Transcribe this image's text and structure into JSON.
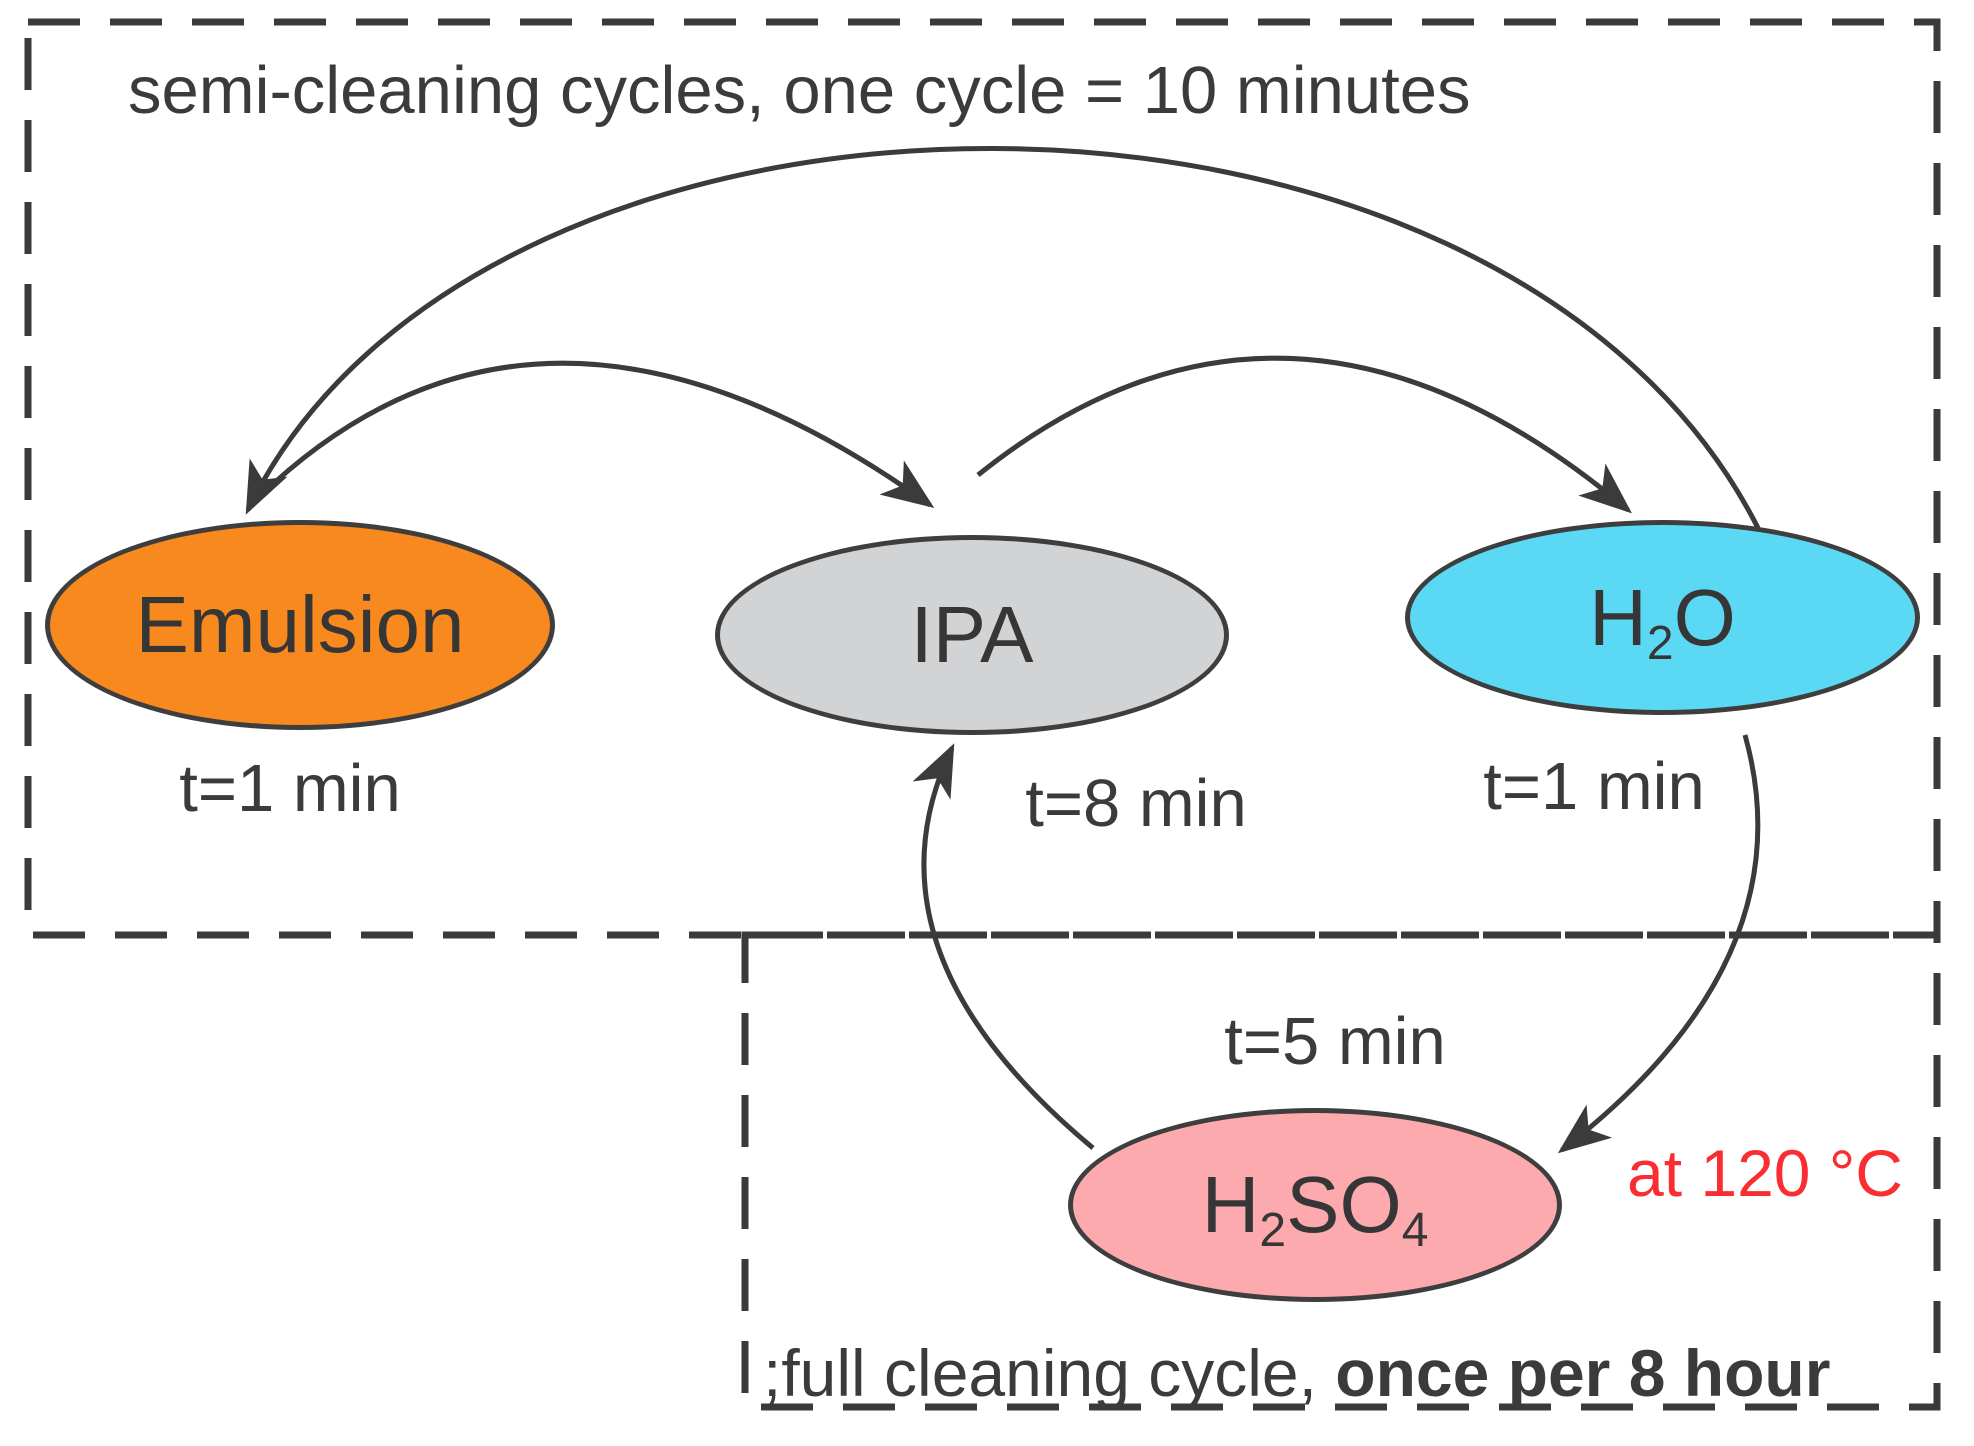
{
  "figure": {
    "background": "#ffffff",
    "ink_color": "#3b3b3b",
    "semi_cycle_box": {
      "title": "semi-cleaning cycles, one cycle = 10 minutes"
    },
    "full_cycle_box": {
      "caption_prefix": ";full cleaning cycle, ",
      "caption_bold": "once per 8 hour"
    },
    "nodes": {
      "emulsion": {
        "label": "Emulsion",
        "time": "t=1 min",
        "fill": "#F8891E"
      },
      "ipa": {
        "label": "IPA",
        "time": "t=8 min",
        "fill": "#D2D3D4"
      },
      "h2o": {
        "label_parts": [
          "H",
          "2",
          "O"
        ],
        "time": "t=1 min",
        "fill": "#5BD9F4"
      },
      "h2so4": {
        "label_parts": [
          "H",
          "2",
          "SO",
          "4"
        ],
        "time": "t=5 min",
        "fill": "#FCAAAD",
        "note": "at 120 °C",
        "note_color": "#FA2E31"
      }
    },
    "edges": [
      {
        "from": "Emulsion",
        "to": "IPA"
      },
      {
        "from": "IPA",
        "to": "H2O"
      },
      {
        "from": "H2O",
        "to": "Emulsion"
      },
      {
        "from": "H2O",
        "to": "H2SO4"
      },
      {
        "from": "H2SO4",
        "to": "IPA"
      }
    ]
  }
}
